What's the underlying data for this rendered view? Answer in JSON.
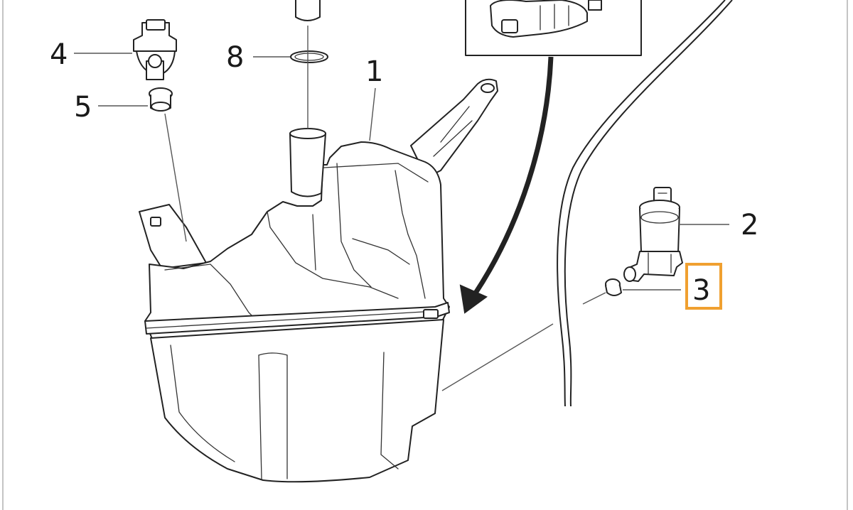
{
  "diagram": {
    "callouts": [
      {
        "id": "4",
        "label": "4"
      },
      {
        "id": "5",
        "label": "5"
      },
      {
        "id": "8",
        "label": "8"
      },
      {
        "id": "1",
        "label": "1"
      },
      {
        "id": "2",
        "label": "2"
      },
      {
        "id": "3",
        "label": "3",
        "highlighted": true
      }
    ],
    "highlight_color": "#f0a030"
  }
}
